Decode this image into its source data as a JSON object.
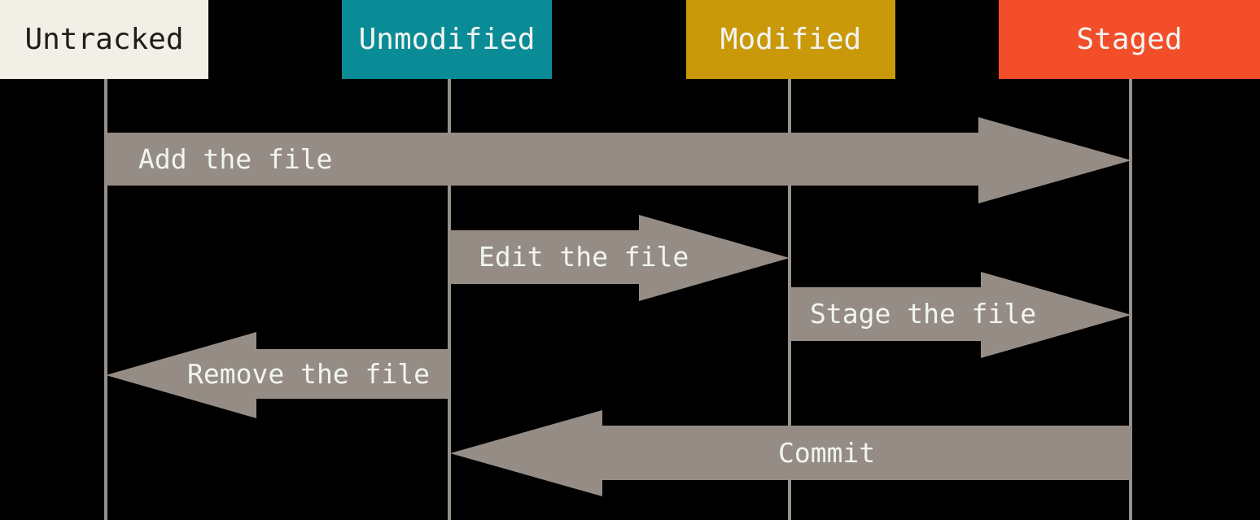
{
  "states": [
    {
      "label": "Untracked",
      "bg": "#f1efe6",
      "fg": "#201c19"
    },
    {
      "label": "Unmodified",
      "bg": "#0a8c96",
      "fg": "#f2f4f2"
    },
    {
      "label": "Modified",
      "bg": "#c9990a",
      "fg": "#f2f4f2"
    },
    {
      "label": "Staged",
      "bg": "#f24e29",
      "fg": "#f2f4f2"
    }
  ],
  "transitions": [
    {
      "label": "Add the file",
      "from": "Untracked",
      "to": "Staged",
      "direction": "right"
    },
    {
      "label": "Edit the file",
      "from": "Unmodified",
      "to": "Modified",
      "direction": "right"
    },
    {
      "label": "Stage the file",
      "from": "Modified",
      "to": "Staged",
      "direction": "right"
    },
    {
      "label": "Remove the file",
      "from": "Unmodified",
      "to": "Untracked",
      "direction": "left"
    },
    {
      "label": "Commit",
      "from": "Staged",
      "to": "Unmodified",
      "direction": "left"
    }
  ],
  "colors": {
    "background": "#000000",
    "arrow": "#958d85",
    "lifeline": "#97908a",
    "arrow_text": "#f2f4f2"
  }
}
